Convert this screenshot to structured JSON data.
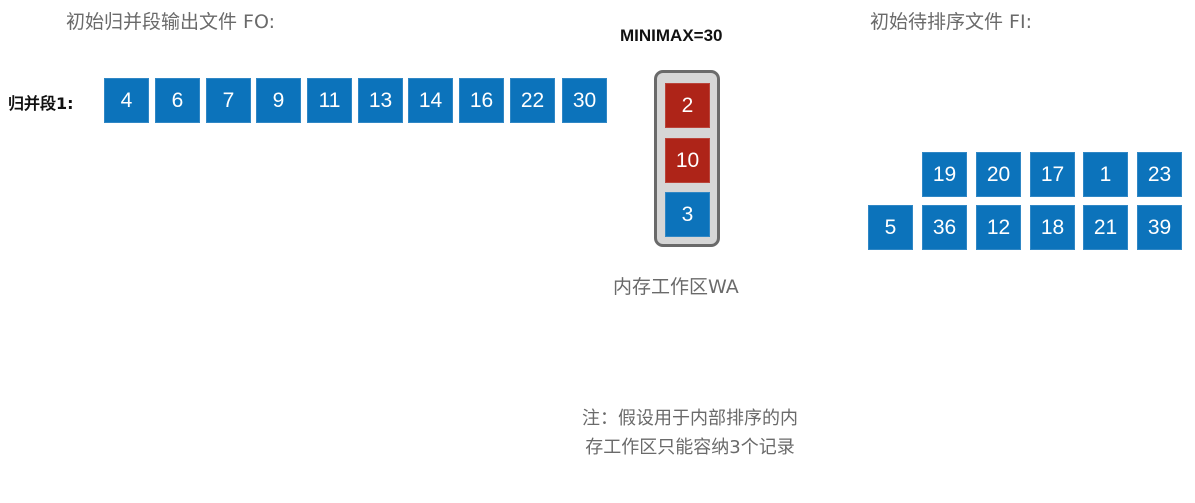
{
  "output_file": {
    "title": "初始归并段输出文件 FO:",
    "segment_label": "归并段1:",
    "segment_values": [
      "4",
      "6",
      "7",
      "9",
      "11",
      "13",
      "14",
      "16",
      "22",
      "30"
    ]
  },
  "work_area": {
    "minimax_label": "MINIMAX=30",
    "records": [
      {
        "value": "2",
        "color": "red"
      },
      {
        "value": "10",
        "color": "red"
      },
      {
        "value": "3",
        "color": "blue"
      }
    ],
    "label": "内存工作区WA"
  },
  "input_file": {
    "title": "初始待排序文件 FI:",
    "top_row": [
      "19",
      "20",
      "17",
      "1",
      "23"
    ],
    "bottom_row": [
      "5",
      "36",
      "12",
      "18",
      "21",
      "39"
    ]
  },
  "note": {
    "line1": "注：假设用于内部排序的内",
    "line2": "存工作区只能容纳3个记录"
  },
  "colors": {
    "blue_record": "#0c73bb",
    "red_record": "#ae2418",
    "wa_frame_fill": "#d6d6d6",
    "wa_frame_border": "#6a6a6a",
    "label_gray": "#6a6a6a"
  }
}
